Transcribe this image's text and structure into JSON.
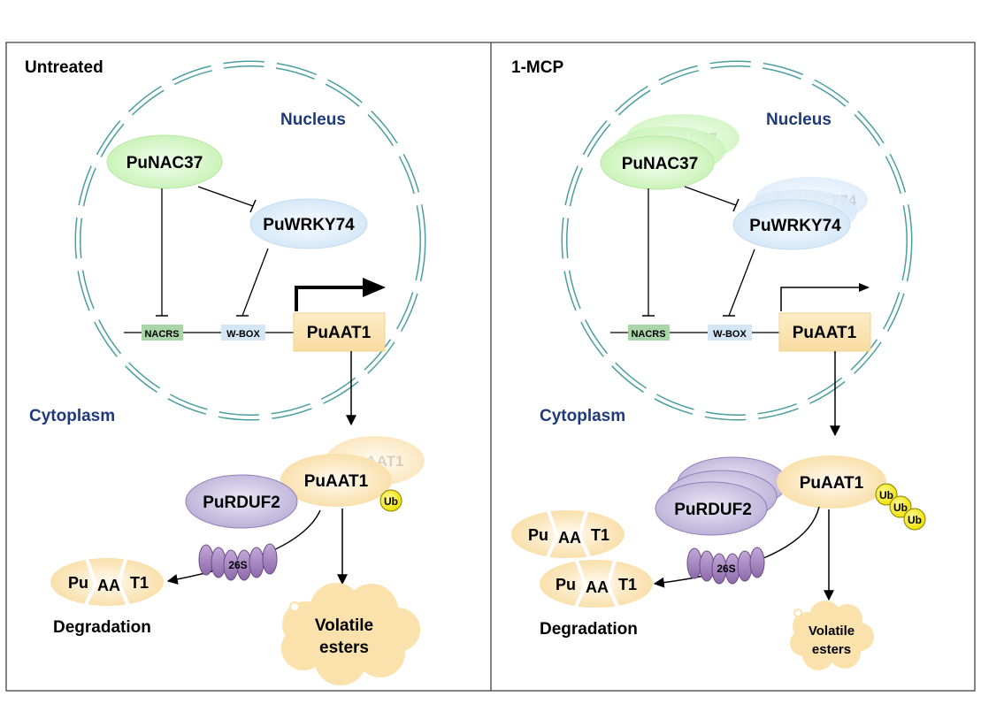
{
  "left_panel": {
    "title": "Untreated",
    "nucleus_label": "Nucleus",
    "cytoplasm_label": "Cytoplasm",
    "nac_label": "PuNAC37",
    "wrky_label": "PuWRKY74",
    "nacrs_label": "NACRS",
    "wbox_label": "W-BOX",
    "gene_label": "PuAAT1",
    "protein_label": "PuAAT1",
    "protein_ghost_label": "PuAAT1",
    "rduf_label": "PuRDUF2",
    "ub_label": "Ub",
    "proteasome_label": "26S",
    "fragment_left": "Pu",
    "fragment_mid": "AA",
    "fragment_right": "T1",
    "degradation_label": "Degradation",
    "volatile_line1": "Volatile",
    "volatile_line2": "esters"
  },
  "right_panel": {
    "title": "1-MCP",
    "nucleus_label": "Nucleus",
    "cytoplasm_label": "Cytoplasm",
    "nac_label": "PuNAC37",
    "nac_ghost_label": "PuNAC37",
    "wrky_label": "PuWRKY74",
    "wrky_ghost_label": "PuWRKY74",
    "nacrs_label": "NACRS",
    "wbox_label": "W-BOX",
    "gene_label": "PuAAT1",
    "protein_label": "PuAAT1",
    "rduf_label": "PuRDUF2",
    "ub_label": "Ub",
    "proteasome_label": "26S",
    "fragment_left": "Pu",
    "fragment_mid": "AA",
    "fragment_right": "T1",
    "degradation_label": "Degradation",
    "volatile_line1": "Volatile",
    "volatile_line2": "esters"
  },
  "colors": {
    "nucleus_border": "#4a9ea0",
    "compartment_text": "#1f3a7a",
    "nac_fill": "#d7f7c9",
    "wrky_fill": "#deedf9",
    "aat_fill": "#fbe6b8",
    "rduf_fill": "#c9bfe0",
    "ub_fill": "#f5ee1e",
    "proteasome_fill": "#a383bd",
    "nacrs_fill": "#a9d6a9",
    "wbox_fill": "#cfe3f3"
  }
}
